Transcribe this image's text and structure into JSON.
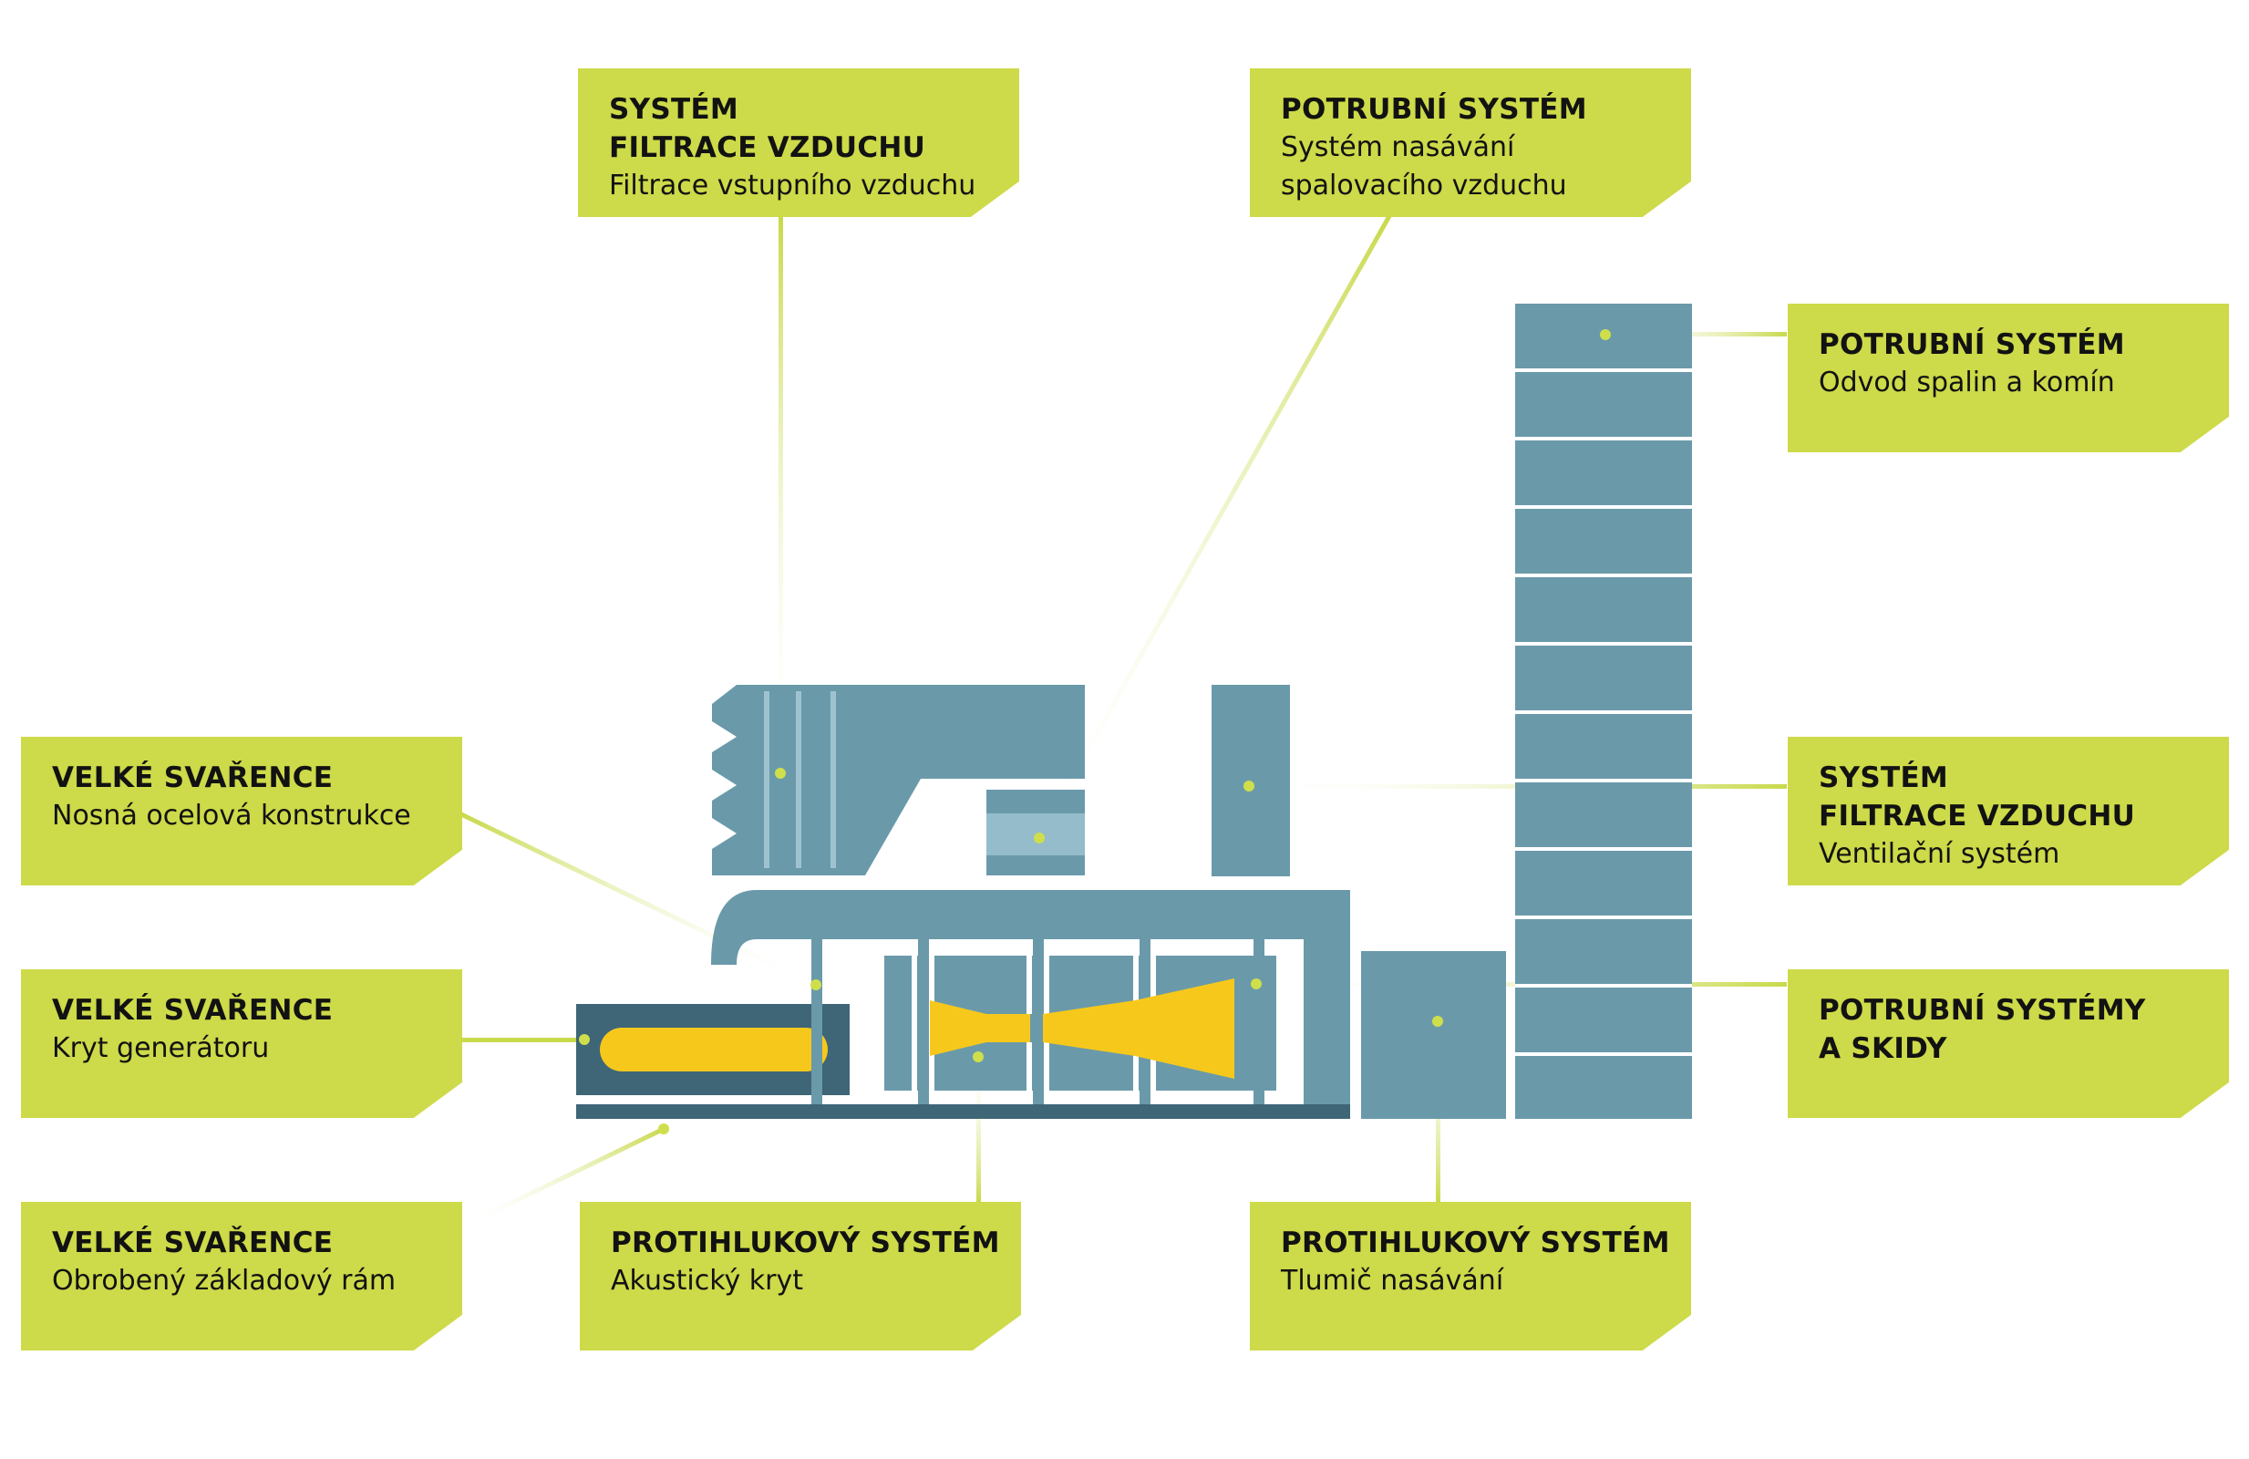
{
  "colors": {
    "box_fill": "#cdda49",
    "connector_line": "#c8d94a",
    "dot": "#cfdf4b",
    "machine_steel": "#6a9aaa",
    "machine_dark": "#3e6677",
    "machine_light": "#94bccb",
    "accent_yellow": "#f7c81c",
    "text": "#121212"
  },
  "labels": {
    "air_filtration_top": {
      "lines": [
        {
          "text": "SYSTÉM",
          "head": true
        },
        {
          "text": "FILTRACE VZDUCHU",
          "head": true
        },
        {
          "text": "Filtrace vstupního vzduchu",
          "head": false
        }
      ]
    },
    "piping_intake": {
      "lines": [
        {
          "text": "POTRUBNÍ SYSTÉM",
          "head": true
        },
        {
          "text": "Systém nasávání",
          "head": false
        },
        {
          "text": "spalovacího vzduchu",
          "head": false
        }
      ]
    },
    "piping_exhaust": {
      "lines": [
        {
          "text": "POTRUBNÍ SYSTÉM",
          "head": true
        },
        {
          "text": "Odvod spalin a komín",
          "head": false
        }
      ]
    },
    "welded_frame": {
      "lines": [
        {
          "text": "VELKÉ SVAŘENCE",
          "head": true
        },
        {
          "text": "Nosná ocelová konstrukce",
          "head": false
        }
      ]
    },
    "air_filtration_vent": {
      "lines": [
        {
          "text": "SYSTÉM",
          "head": true
        },
        {
          "text": "FILTRACE VZDUCHU",
          "head": true
        },
        {
          "text": "Ventilační systém",
          "head": false
        }
      ]
    },
    "welded_generator": {
      "lines": [
        {
          "text": "VELKÉ SVAŘENCE",
          "head": true
        },
        {
          "text": "Kryt generátoru",
          "head": false
        }
      ]
    },
    "piping_skids": {
      "lines": [
        {
          "text": "POTRUBNÍ SYSTÉMY",
          "head": true
        },
        {
          "text": "A SKIDY",
          "head": true
        }
      ]
    },
    "welded_base": {
      "lines": [
        {
          "text": "VELKÉ SVAŘENCE",
          "head": true
        },
        {
          "text": "Obrobený základový rám",
          "head": false
        }
      ]
    },
    "noise_enclosure": {
      "lines": [
        {
          "text": "PROTIHLUKOVÝ SYSTÉM",
          "head": true
        },
        {
          "text": "Akustický kryt",
          "head": false
        }
      ]
    },
    "noise_silencer": {
      "lines": [
        {
          "text": "PROTIHLUKOVÝ SYSTÉM",
          "head": true
        },
        {
          "text": "Tlumič nasávání",
          "head": false
        }
      ]
    }
  }
}
